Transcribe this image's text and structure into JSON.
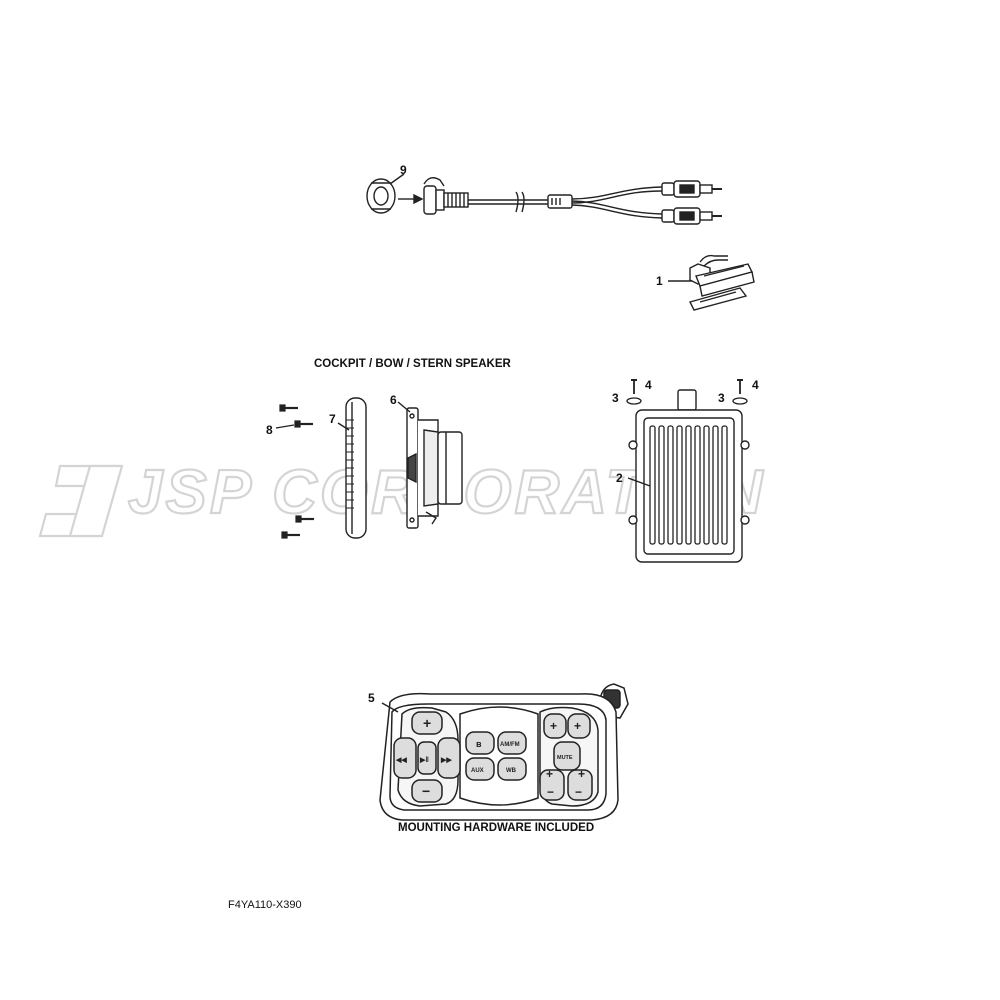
{
  "watermark": {
    "text": "JSP CORPORATION"
  },
  "captions": {
    "speaker": "COCKPIT / BOW / STERN SPEAKER",
    "mounting": "MOUNTING HARDWARE INCLUDED"
  },
  "drawing_code": "F4YA110-X390",
  "callouts": {
    "p1": "1",
    "p2": "2",
    "p3a": "3",
    "p3b": "3",
    "p4a": "4",
    "p4b": "4",
    "p5": "5",
    "p6": "6",
    "p7": "7",
    "p8": "8",
    "p9": "9"
  },
  "control_buttons": {
    "bluetooth": "ʙ",
    "am_fm": "AM/FM",
    "aux": "AUX",
    "wb": "WB",
    "plus": "+",
    "minus": "−",
    "prev": "◀◀",
    "play": "▶ǁ",
    "next": "▶▶",
    "mute": "MUTE"
  },
  "colors": {
    "line": "#222222",
    "watermark_outline": "#d4d4d4",
    "background": "#ffffff"
  }
}
